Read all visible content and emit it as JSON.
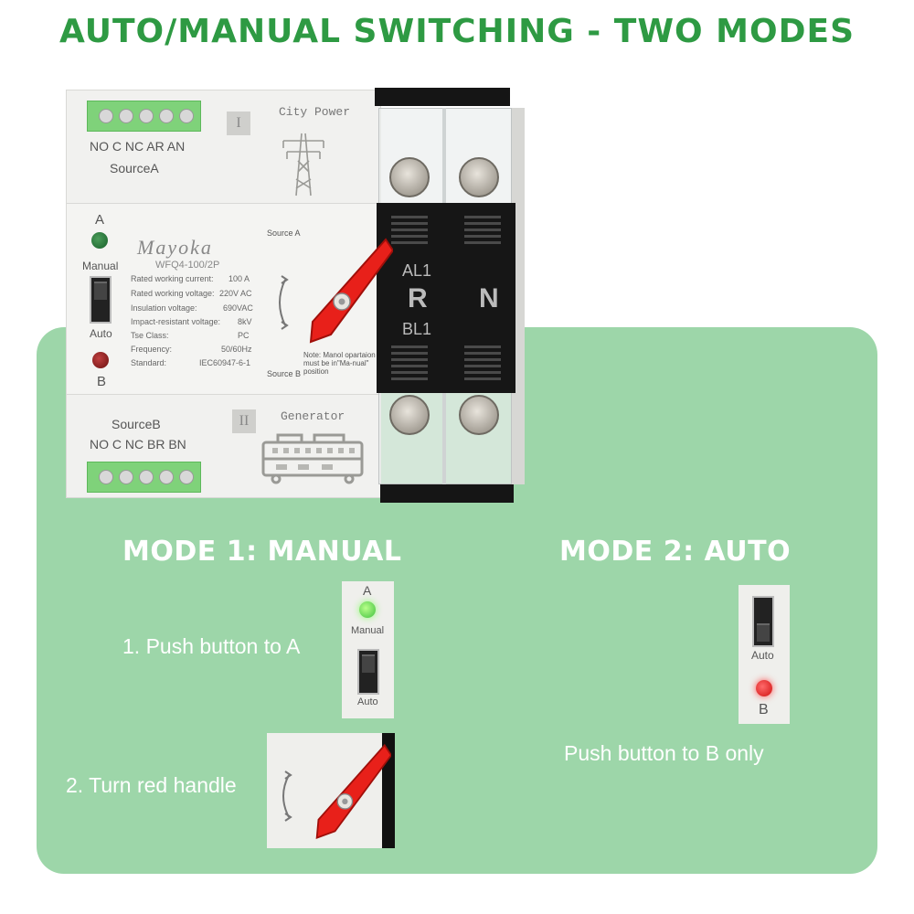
{
  "headline": "AUTO/MANUAL SWITCHING - TWO MODES",
  "colors": {
    "headline_green": "#2e9a43",
    "panel_green": "#9dd6a9",
    "handle_red": "#e8201a",
    "terminal_green": "#7fd27a"
  },
  "device": {
    "source_a_terminals": "NO C NC AR AN",
    "source_a_label": "SourceA",
    "source_b_label": "SourceB",
    "source_b_terminals": "NO C NC BR BN",
    "roman_one": "I",
    "roman_two": "II",
    "city_power": "City Power",
    "generator": "Generator",
    "led_a_label": "A",
    "led_b_label": "B",
    "manual_label": "Manual",
    "auto_label": "Auto",
    "brand": "Mayoka",
    "model": "WFQ4-100/2P",
    "specs": [
      {
        "name": "Rated working current:",
        "value": "100 A"
      },
      {
        "name": "Rated working voltage:",
        "value": "220V AC"
      },
      {
        "name": "Insulation voltage:",
        "value": "690VAC"
      },
      {
        "name": "Impact-resistant voltage:",
        "value": "8kV"
      },
      {
        "name": "Tse Class:",
        "value": "PC"
      },
      {
        "name": "Frequency:",
        "value": "50/60Hz"
      },
      {
        "name": "Standard:",
        "value": "IEC60947-6-1"
      }
    ],
    "source_a_small": "Source A",
    "source_b_small": "Source B",
    "note": "Note: Manol opartaion must be in\"Ma-nual\" position",
    "breaker": {
      "al1": "AL1",
      "r": "R",
      "n": "N",
      "bl1": "BL1"
    }
  },
  "mode1": {
    "title": "MODE 1:  MANUAL",
    "step1": "1. Push button to A",
    "step2": "2. Turn red handle",
    "crop_a": "A",
    "crop_manual": "Manual",
    "crop_auto": "Auto"
  },
  "mode2": {
    "title": "MODE 2:  AUTO",
    "step": "Push button to B only",
    "crop_auto": "Auto",
    "crop_b": "B"
  }
}
